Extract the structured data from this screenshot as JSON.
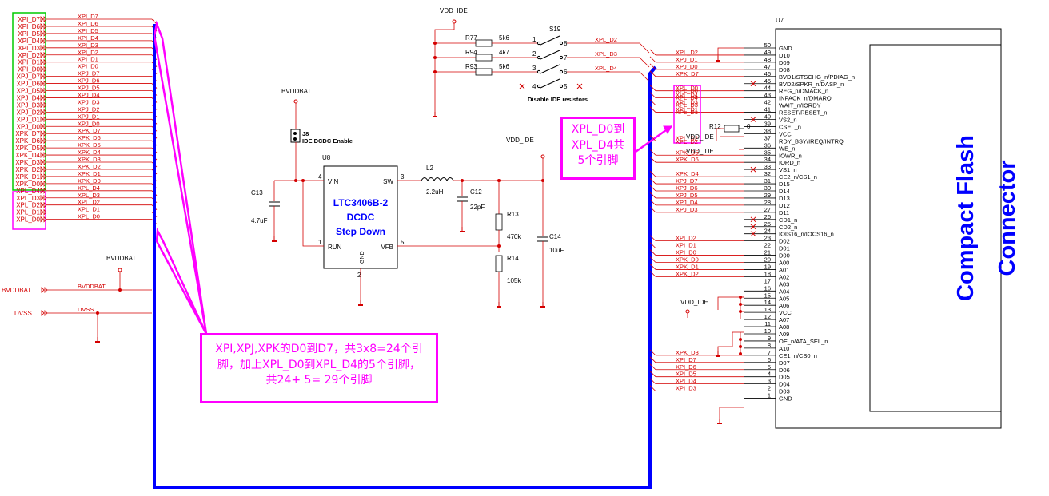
{
  "colors": {
    "net_red": "#d40000",
    "wire_black": "#000000",
    "bus_blue": "#0000ff",
    "annotation_magenta": "#ff00ff",
    "label_blue": "#0000ff",
    "green_box": "#00cc00"
  },
  "left_ports": {
    "green": [
      "XPI_D7",
      "XPI_D6",
      "XPI_D5",
      "XPI_D4",
      "XPI_D3",
      "XPI_D2",
      "XPI_D1",
      "XPI_D0",
      "XPJ_D7",
      "XPJ_D6",
      "XPJ_D5",
      "XPJ_D4",
      "XPJ_D3",
      "XPJ_D2",
      "XPJ_D1",
      "XPJ_D0",
      "XPK_D7",
      "XPK_D6",
      "XPK_D5",
      "XPK_D4",
      "XPK_D3",
      "XPK_D2",
      "XPK_D1",
      "XPK_D0"
    ],
    "magenta": [
      "XPL_D4",
      "XPL_D3",
      "XPL_D2",
      "XPL_D1",
      "XPL_D0"
    ],
    "bvddbat": "BVDDBAT",
    "dvss": "DVSS"
  },
  "left_nets": [
    "XPI_D7",
    "XPI_D6",
    "XPI_D5",
    "XPI_D4",
    "XPI_D3",
    "XPI_D2",
    "XPI_D1",
    "XPI_D0",
    "XPJ_D7",
    "XPJ_D6",
    "XPJ_D5",
    "XPJ_D4",
    "XPJ_D3",
    "XPJ_D2",
    "XPJ_D1",
    "XPJ_D0",
    "XPK_D7",
    "XPK_D6",
    "XPK_D5",
    "XPK_D4",
    "XPK_D3",
    "XPK_D2",
    "XPK_D1",
    "XPK_D0",
    "XPL_D4",
    "XPL_D3",
    "XPL_D2",
    "XPL_D1",
    "XPL_D0"
  ],
  "power": {
    "bvddbat_top": "BVDDBAT",
    "bvddbat_mid": "BVDDBAT",
    "bvddbat_net": "BVDDBAT",
    "dvss_net": "DVSS",
    "vdd_ide_top": "VDD_IDE",
    "vdd_ide_mid": "VDD_IDE",
    "vdd_ide_u7": "VDD_IDE",
    "vdd_ide_r12": "VDD_IDE",
    "vdd_ide_36": "VDD_IDE"
  },
  "switch": {
    "ref": "S19",
    "resistors": [
      {
        "ref": "R77",
        "value": "5k6",
        "net": "XPL_D2"
      },
      {
        "ref": "R94",
        "value": "4k7",
        "net": "XPL_D3"
      },
      {
        "ref": "R93",
        "value": "5k6",
        "net": "XPL_D4"
      }
    ],
    "pins_left": [
      "1",
      "2",
      "3",
      "4"
    ],
    "pins_right": [
      "8",
      "7",
      "6",
      "5"
    ],
    "caption": "Disable IDE resistors"
  },
  "regulator": {
    "ref": "U8",
    "name": [
      "LTC3406B-2",
      "DCDC",
      "Step Down"
    ],
    "pin_vin": "VIN",
    "pin_sw": "SW",
    "pin_run": "RUN",
    "pin_vfb": "VFB",
    "pin_gnd": "GND",
    "num_vin": "4",
    "num_sw": "3",
    "num_run": "1",
    "num_vfb": "5",
    "num_gnd": "2"
  },
  "jumper": {
    "ref": "J8",
    "label": "IDE DCDC Enable"
  },
  "passives": {
    "c13": "C13",
    "c13v": "4.7uF",
    "l2": "L2",
    "l2v": "2.2uH",
    "c12": "C12",
    "c12v": "22pF",
    "r13": "R13",
    "r13v": "470k",
    "r14": "R14",
    "r14v": "105k",
    "c14": "C14",
    "c14v": "10uF",
    "r12": "R12",
    "r12v": "0"
  },
  "connector": {
    "ref": "U7",
    "title_line1": "Compact Flash",
    "title_line2": "Connector",
    "pins": [
      {
        "num": "50",
        "name": "GND",
        "net": ""
      },
      {
        "num": "49",
        "name": "D10",
        "net": "XPL_D2"
      },
      {
        "num": "48",
        "name": "D09",
        "net": "XPJ_D1"
      },
      {
        "num": "47",
        "name": "D08",
        "net": "XPJ_D0"
      },
      {
        "num": "46",
        "name": "BVD1/STSCHG_n/PDIAG_n",
        "net": "XPK_D7"
      },
      {
        "num": "45",
        "name": "BVD2/SPKR_n/DASP_n",
        "net": ""
      },
      {
        "num": "44",
        "name": "REG_n/DMACK_n",
        "net": "XPL_D0"
      },
      {
        "num": "43",
        "name": "INPACK_n/DMARQ",
        "net": "XPL_D4"
      },
      {
        "num": "42",
        "name": "WAIT_n/IORDY",
        "net": "XPL_D3"
      },
      {
        "num": "41",
        "name": "RESET/RESET_n",
        "net": "XPL_D1"
      },
      {
        "num": "40",
        "name": "VS2_n",
        "net": ""
      },
      {
        "num": "39",
        "name": "CSEL_n",
        "net": ""
      },
      {
        "num": "38",
        "name": "VCC",
        "net": ""
      },
      {
        "num": "37",
        "name": "RDY_BSY/IREQ/INTRQ",
        "net": "XPL_D2"
      },
      {
        "num": "36",
        "name": "WE_n",
        "net": ""
      },
      {
        "num": "35",
        "name": "IOWR_n",
        "net": "XPK_D5"
      },
      {
        "num": "34",
        "name": "IORD_n",
        "net": "XPK_D6"
      },
      {
        "num": "33",
        "name": "VS1_n",
        "net": ""
      },
      {
        "num": "32",
        "name": "CE2_n/CS1_n",
        "net": "XPK_D4"
      },
      {
        "num": "31",
        "name": "D15",
        "net": "XPJ_D7"
      },
      {
        "num": "30",
        "name": "D14",
        "net": "XPJ_D6"
      },
      {
        "num": "29",
        "name": "D13",
        "net": "XPJ_D5"
      },
      {
        "num": "28",
        "name": "D12",
        "net": "XPJ_D4"
      },
      {
        "num": "27",
        "name": "D11",
        "net": "XPJ_D3"
      },
      {
        "num": "26",
        "name": "CD1_n",
        "net": ""
      },
      {
        "num": "25",
        "name": "CD2_n",
        "net": ""
      },
      {
        "num": "24",
        "name": "IOIS16_n/IOCS16_n",
        "net": ""
      },
      {
        "num": "23",
        "name": "D02",
        "net": "XPI_D2"
      },
      {
        "num": "22",
        "name": "D01",
        "net": "XPI_D1"
      },
      {
        "num": "21",
        "name": "D00",
        "net": "XPI_D0"
      },
      {
        "num": "20",
        "name": "A00",
        "net": "XPK_D0"
      },
      {
        "num": "19",
        "name": "A01",
        "net": "XPK_D1"
      },
      {
        "num": "18",
        "name": "A02",
        "net": "XPK_D2"
      },
      {
        "num": "17",
        "name": "A03",
        "net": ""
      },
      {
        "num": "16",
        "name": "A04",
        "net": ""
      },
      {
        "num": "15",
        "name": "A05",
        "net": ""
      },
      {
        "num": "14",
        "name": "A06",
        "net": ""
      },
      {
        "num": "13",
        "name": "VCC",
        "net": ""
      },
      {
        "num": "12",
        "name": "A07",
        "net": ""
      },
      {
        "num": "11",
        "name": "A08",
        "net": ""
      },
      {
        "num": "10",
        "name": "A09",
        "net": ""
      },
      {
        "num": "9",
        "name": "OE_n/ATA_SEL_n",
        "net": ""
      },
      {
        "num": "8",
        "name": "A10",
        "net": ""
      },
      {
        "num": "7",
        "name": "CE1_n/CS0_n",
        "net": "XPK_D3"
      },
      {
        "num": "6",
        "name": "D07",
        "net": "XPI_D7"
      },
      {
        "num": "5",
        "name": "D06",
        "net": "XPI_D6"
      },
      {
        "num": "4",
        "name": "D05",
        "net": "XPI_D5"
      },
      {
        "num": "3",
        "name": "D04",
        "net": "XPI_D4"
      },
      {
        "num": "2",
        "name": "D03",
        "net": "XPI_D3"
      },
      {
        "num": "1",
        "name": "GND",
        "net": ""
      }
    ]
  },
  "xpl_box": [
    "XPL_D0",
    "XPL_D4",
    "XPL_D3",
    "XPL_D1",
    "XPL_D2"
  ],
  "annotations": {
    "right_note": [
      "XPL_D0到",
      "XPL_D4共",
      "5个引脚"
    ],
    "main_note": [
      "XPI,XPJ,XPK的D0到D7，共3x8=24个引",
      "脚，加上XPL_D0到XPL_D4的5个引脚，",
      "共24+ 5= 29个引脚"
    ]
  }
}
